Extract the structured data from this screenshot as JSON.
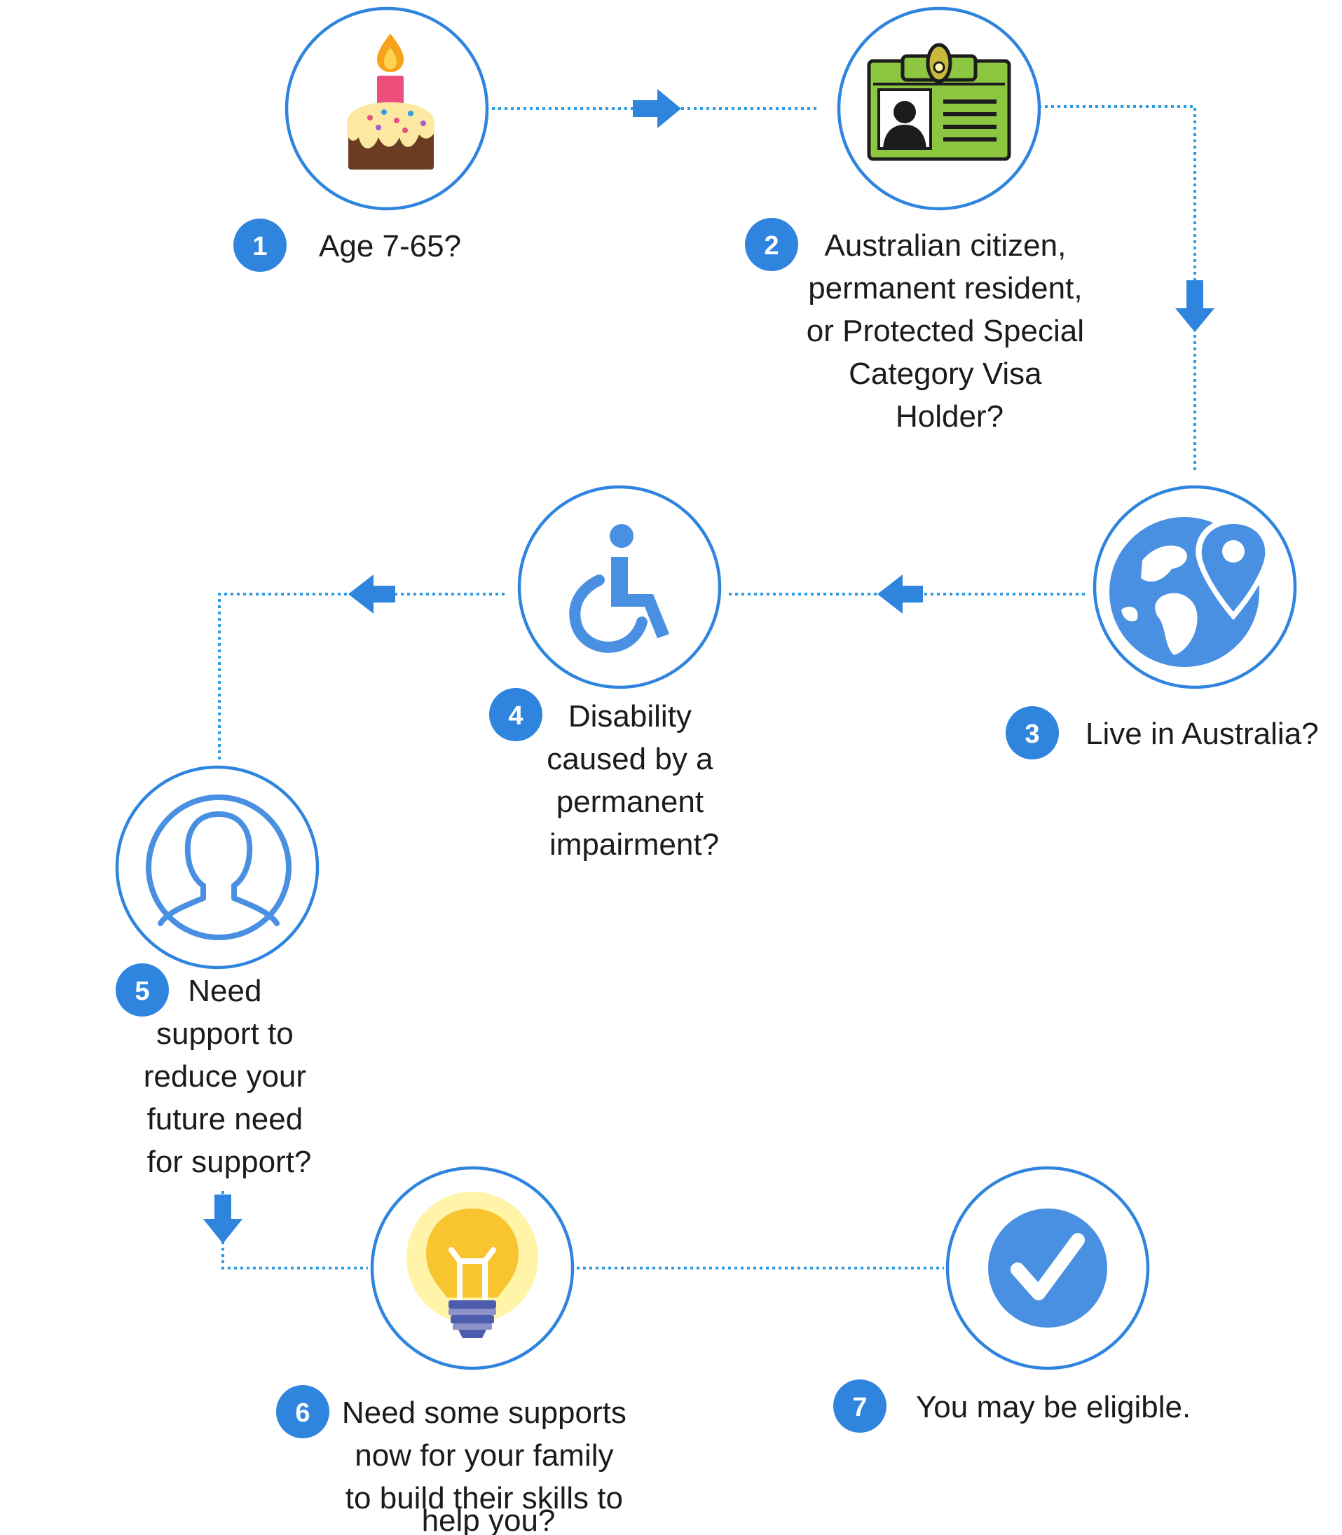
{
  "steps": [
    {
      "number": "1",
      "icon": "birthday-cake-icon",
      "lines": [
        "Age 7-65?"
      ]
    },
    {
      "number": "2",
      "icon": "id-card-icon",
      "lines": [
        "Australian citizen,",
        "permanent resident,",
        "or Protected Special",
        "Category Visa",
        "Holder?"
      ]
    },
    {
      "number": "3",
      "icon": "globe-location-icon",
      "lines": [
        "Live in Australia?"
      ]
    },
    {
      "number": "4",
      "icon": "wheelchair-icon",
      "lines": [
        "Disability",
        "caused by a",
        "permanent",
        "impairment?"
      ]
    },
    {
      "number": "5",
      "icon": "person-icon",
      "lines": [
        "Need",
        "support to",
        "reduce your",
        "future need",
        "for support?"
      ]
    },
    {
      "number": "6",
      "icon": "lightbulb-icon",
      "lines": [
        "Need some supports",
        "now for your family",
        "to build their skills to",
        "help you?"
      ]
    },
    {
      "number": "7",
      "icon": "checkmark-icon",
      "lines": [
        "You may be eligible."
      ]
    }
  ],
  "colors": {
    "accent": "#2f84de",
    "connector": "#2b9be6",
    "text": "#1b1b1b"
  }
}
